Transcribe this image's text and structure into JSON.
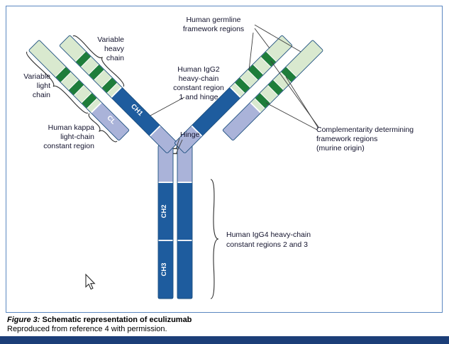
{
  "colors": {
    "blue": "#1e5c9e",
    "lavender": "#aab3d9",
    "pale-green": "#d9e9cf",
    "dark-green": "#1e7d3a",
    "outline": "#1d4f7f",
    "text": "#14142e",
    "border": "#5b87c0",
    "footer": "#1c3e78"
  },
  "diagram": {
    "germline": [
      "Human germline",
      "framework regions"
    ],
    "variable_heavy": [
      "Variable",
      "heavy",
      "chain"
    ],
    "variable_light": [
      "Variable",
      "light",
      "chain"
    ],
    "kappa": [
      "Human kappa",
      "light-chain",
      "constant region"
    ],
    "igg2": [
      "Human IgG2",
      "heavy-chain",
      "constant region",
      "1 and hinge"
    ],
    "hinge": "Hinge",
    "cdr": [
      "Complementarity determining",
      "framework regions",
      "(murine origin)"
    ],
    "igg4": [
      "Human IgG4 heavy-chain",
      "constant regions 2 and 3"
    ],
    "chain_labels": {
      "ch1": "CH1",
      "cl": "CL",
      "ch2": "CH2",
      "ch3": "CH3"
    }
  },
  "caption": {
    "label": "Figure 3:",
    "title": " Schematic representation of eculizumab",
    "credit": "Reproduced from reference 4 with permission."
  }
}
